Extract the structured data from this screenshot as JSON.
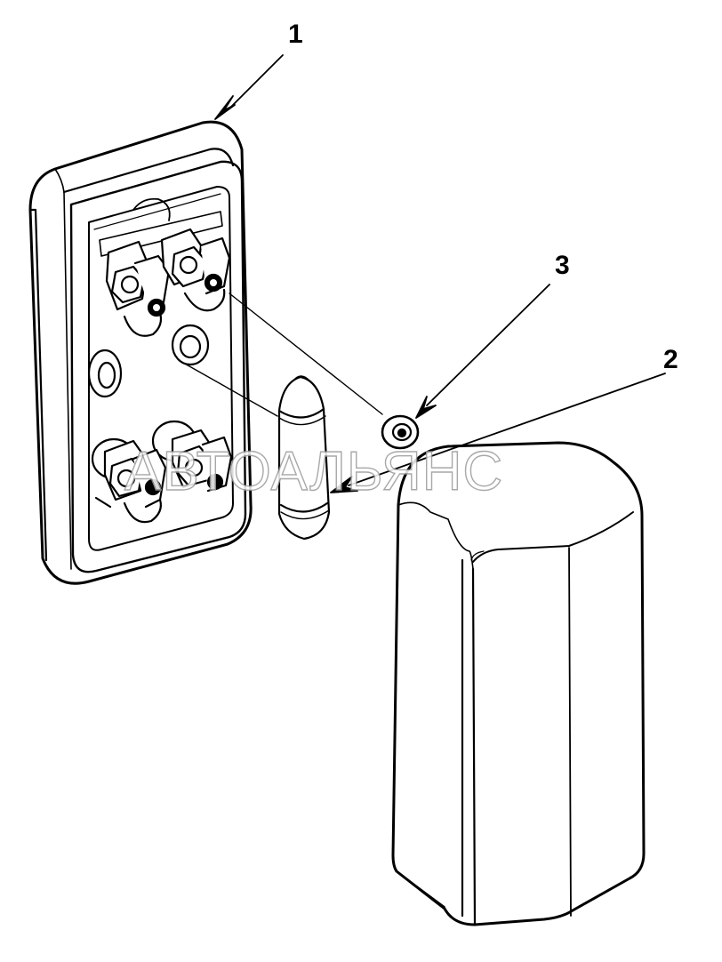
{
  "callouts": {
    "part_1": "1",
    "part_2": "2",
    "part_3": "3"
  },
  "watermark": "АВТОАЛЬЯНС",
  "colors": {
    "line": "#000000",
    "fill": "#ffffff",
    "watermark_stroke": "#9a9a9a"
  }
}
